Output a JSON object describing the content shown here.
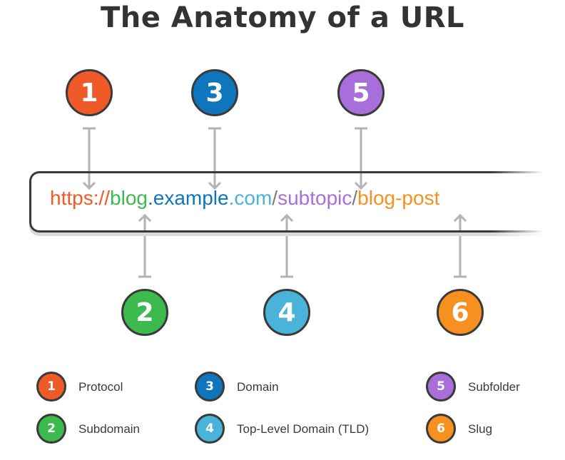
{
  "title": "The Anatomy of a URL",
  "colors": {
    "protocol": "#f05a28",
    "subdomain": "#3dba4e",
    "domain": "#0f75bc",
    "tld": "#4ab3d9",
    "subfolder": "#a86fdb",
    "slug": "#f7901e",
    "separator": "#7a7a7a",
    "connector": "#b3b3b3",
    "outline": "#3a3a3a"
  },
  "url": {
    "protocol": "https://",
    "subdomain": "blog",
    "dot1": ".",
    "domain": "example",
    "dot2": ".",
    "tld": "com",
    "slash1": "/",
    "subfolder": "subtopic",
    "slash2": "/",
    "slug": "blog-post"
  },
  "markers": {
    "m1": "1",
    "m2": "2",
    "m3": "3",
    "m4": "4",
    "m5": "5",
    "m6": "6"
  },
  "legend": [
    {
      "number": "1",
      "label": "Protocol"
    },
    {
      "number": "2",
      "label": "Subdomain"
    },
    {
      "number": "3",
      "label": "Domain"
    },
    {
      "number": "4",
      "label": "Top-Level Domain (TLD)"
    },
    {
      "number": "5",
      "label": "Subfolder"
    },
    {
      "number": "6",
      "label": "Slug"
    }
  ]
}
